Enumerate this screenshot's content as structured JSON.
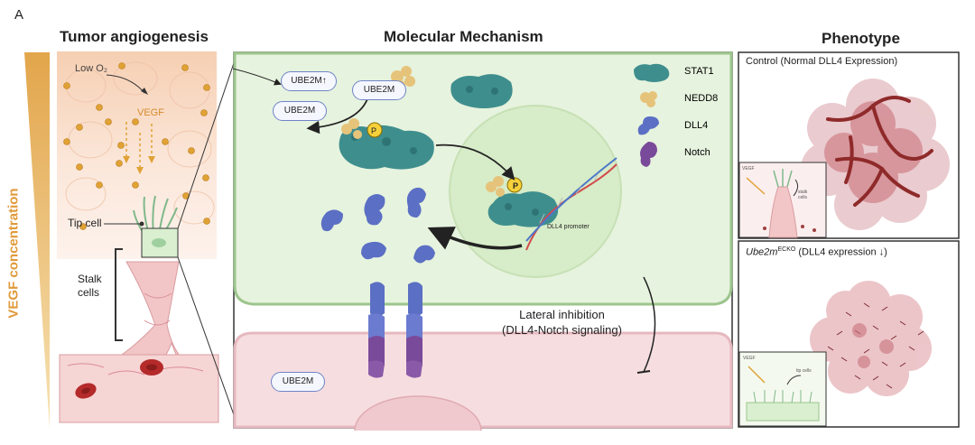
{
  "panel_letter": "A",
  "headers": {
    "left": "Tumor angiogenesis",
    "middle": "Molecular Mechanism",
    "right": "Phenotype"
  },
  "left_panel": {
    "gradient_label": "VEGF concentration",
    "low_o2": "Low O₂",
    "vegf": "VEGF",
    "tip_cell": "Tip cell",
    "stalk_cells_line1": "Stalk",
    "stalk_cells_line2": "cells"
  },
  "middle_panel": {
    "ube2m_up": "UBE2M↑",
    "ube2m_a": "UBE2M",
    "ube2m_b": "UBE2M",
    "ube2m_bottom": "UBE2M",
    "phospho": "P",
    "dll4_promoter": "DLL4 promoter",
    "lateral_inhibition_line1": "Lateral inhibition",
    "lateral_inhibition_line2": "(DLL4-Notch signaling)",
    "legend": [
      {
        "label": "STAT1",
        "icon": "stat1-icon",
        "color": "#3f8e8e"
      },
      {
        "label": "NEDD8",
        "icon": "nedd8-icon",
        "color": "#e6c37a"
      },
      {
        "label": "DLL4",
        "icon": "dll4-icon",
        "color": "#5b6fc4"
      },
      {
        "label": "Notch",
        "icon": "notch-icon",
        "color": "#7a4a9a"
      }
    ]
  },
  "right_panel": {
    "control_label": "Control (Normal DLL4 Expression)",
    "ecko_gene": "Ube2m",
    "ecko_sup": "ECKO",
    "ecko_rest": " (DLL4 expression ↓)",
    "inset_top_vegf": "VEGF",
    "inset_top_note": "stalk\ncells",
    "inset_bottom_vegf": "VEGF",
    "inset_bottom_note": "tip cells"
  },
  "colors": {
    "cell_green": "#e6f3de",
    "cell_pink": "#f6dde0",
    "vegf_orange": "#e3a23c",
    "tumor_red": "#c9737b",
    "vessel_red": "#8f2a2a"
  }
}
